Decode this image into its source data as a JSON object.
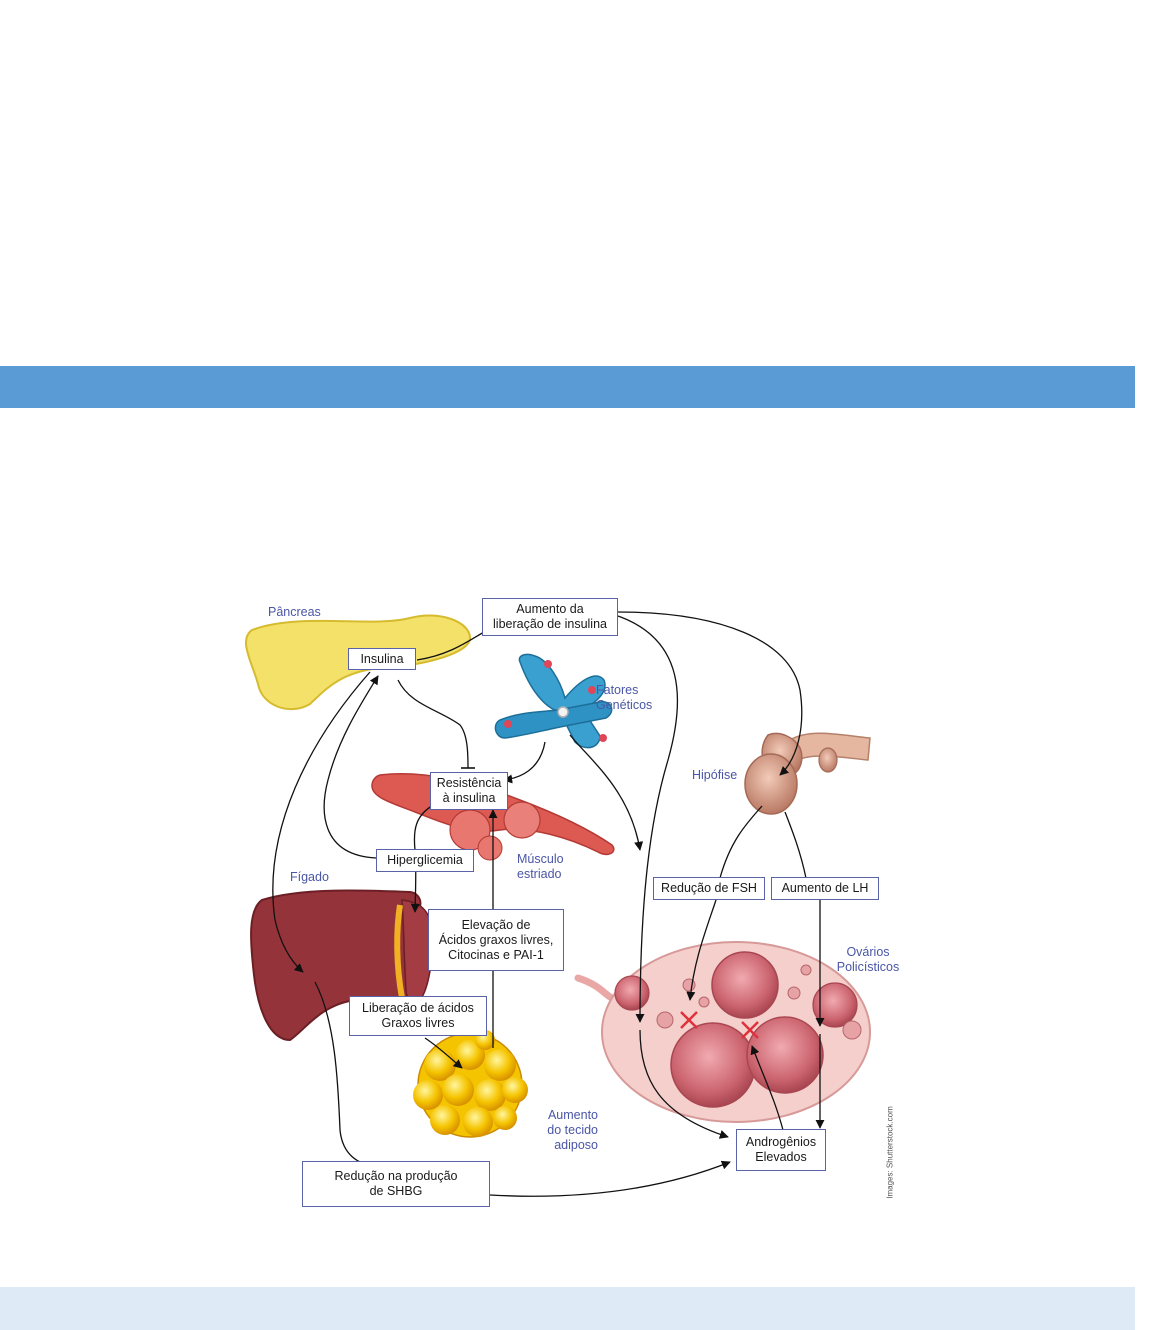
{
  "colors": {
    "header_bar": "#5b9bd5",
    "footer_bar": "#deeaf6",
    "box_border": "#5a63a8",
    "label_text": "#4a56a6",
    "block_mark": "#e0303a"
  },
  "organs": {
    "pancreas": "Pâncreas",
    "genetics": "Fatores\nGenéticos",
    "pituitary": "Hipófise",
    "muscle": "Músculo\nestriado",
    "liver": "Fígado",
    "ovaries": "Ovários\nPolicísticos",
    "adipose": "Aumento\ndo tecido\nadiposo"
  },
  "boxes": {
    "insulin_release": "Aumento da\nliberação de insulina",
    "insulin": "Insulina",
    "insulin_resistance": "Resistência\nà insulina",
    "hyperglycemia": "Hiperglicemia",
    "free_fatty_acids": "Elevação de\nÁcidos graxos livres,\nCitocinas e PAI-1",
    "fatty_acid_release": "Liberação de ácidos\nGraxos livres",
    "fsh": "Redução de FSH",
    "lh": "Aumento de LH",
    "androgens": "Androgênios\nElevados",
    "shbg": "Redução na produção\nde SHBG"
  },
  "credit": "Images: Shutterstock.com"
}
